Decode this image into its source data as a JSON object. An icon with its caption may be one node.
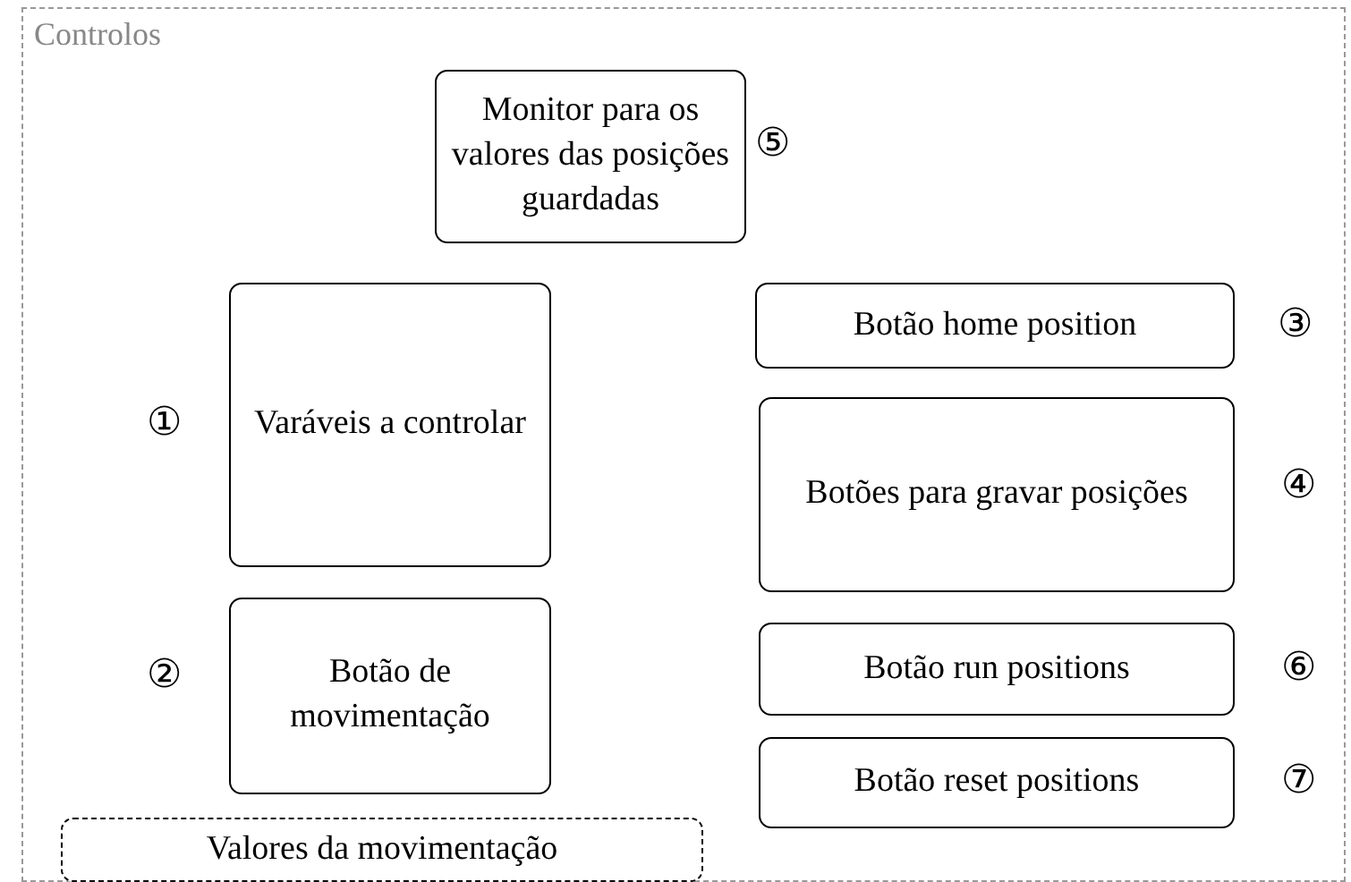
{
  "diagram": {
    "nodes": [
      {
        "text": [
          "Controlos"
        ]
      },
      {
        "text": [
          "Monitor para os valores das posições guardadas"
        ],
        "in": 0,
        "beside": [
          "⑤"
        ]
      },
      {
        "text": [
          "Varáveis a controlar"
        ],
        "in": 0,
        "beside": [
          "①"
        ]
      },
      {
        "text": [
          "Botão home position"
        ],
        "in": 0,
        "beside": [
          "③"
        ]
      },
      {
        "text": [
          "Botões para gravar posições"
        ],
        "in": 0,
        "beside": [
          "④"
        ]
      },
      {
        "text": [
          "Botão de movimentação"
        ],
        "in": 0,
        "beside": [
          "②"
        ]
      },
      {
        "text": [
          "Botão run positions"
        ],
        "in": 0,
        "beside": [
          "⑥"
        ]
      },
      {
        "text": [
          "Botão reset positions"
        ],
        "in": 0,
        "beside": [
          "⑦"
        ]
      },
      {
        "text": [
          "Valores da movimentação"
        ],
        "in": 0
      }
    ]
  }
}
